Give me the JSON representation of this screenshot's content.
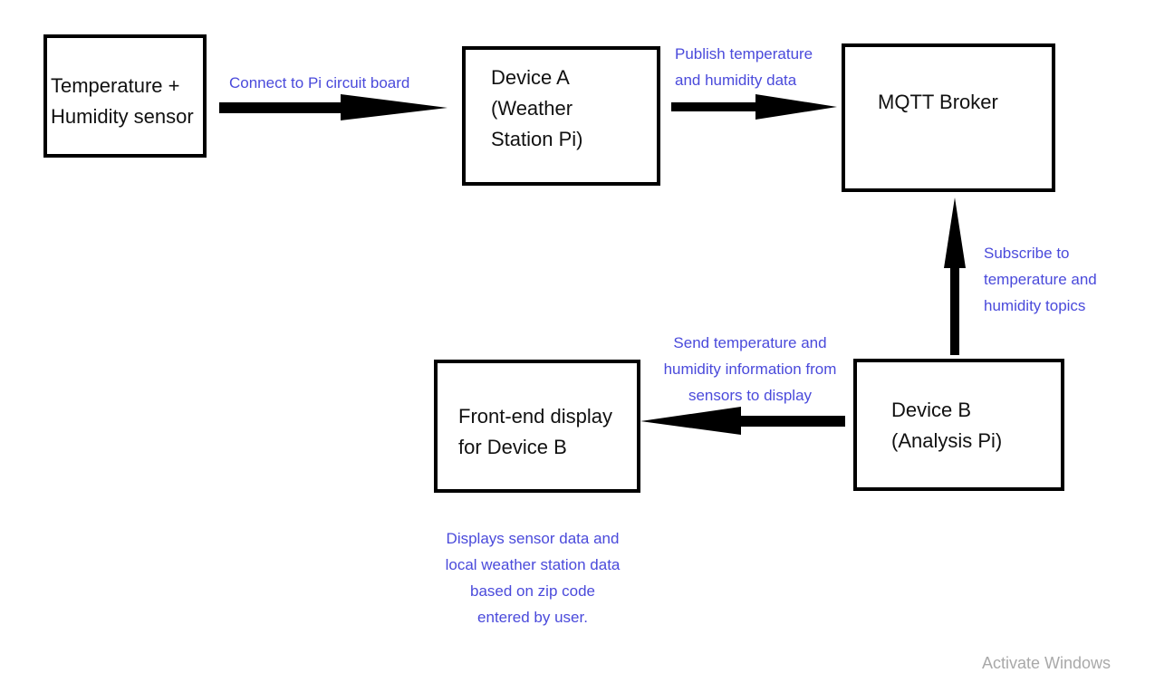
{
  "boxes": {
    "sensor": [
      "Temperature +",
      "Humidity sensor"
    ],
    "device_a": [
      "Device A",
      "(Weather",
      "Station Pi)"
    ],
    "broker": [
      "MQTT Broker"
    ],
    "device_b": [
      "Device B",
      "(Analysis Pi)"
    ],
    "frontend": [
      "Front-end display",
      "for Device B"
    ]
  },
  "notes": {
    "connect": [
      "Connect to Pi circuit board"
    ],
    "publish": [
      "Publish temperature",
      "and humidity data"
    ],
    "subscribe": [
      "Subscribe to",
      "temperature and",
      "humidity topics"
    ],
    "send": [
      "Send temperature and",
      "humidity information from",
      "sensors to display"
    ],
    "displays": [
      "Displays sensor data and",
      "local weather station data",
      "based on zip code",
      "entered by user."
    ]
  },
  "watermark": "Activate Windows",
  "colors": {
    "box_border": "#000000",
    "arrow": "#000000",
    "note_text": "#4a4adb",
    "watermark": "#a9a9a9"
  }
}
